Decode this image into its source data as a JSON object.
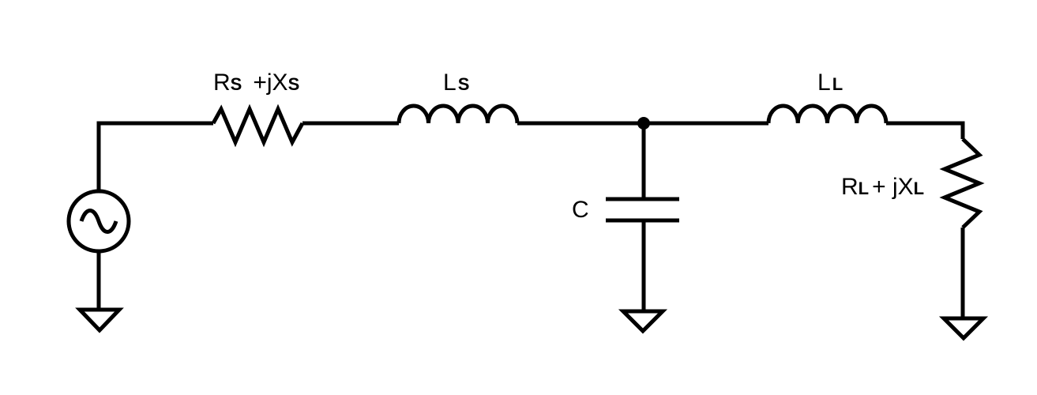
{
  "diagram": {
    "type": "circuit-schematic",
    "line_color": "#000000",
    "background_color": "#ffffff",
    "components": [
      {
        "id": "vsrc",
        "kind": "ac-voltage-source",
        "icon": "ac-source-icon"
      },
      {
        "id": "rs",
        "kind": "resistor",
        "icon": "resistor-icon"
      },
      {
        "id": "ls",
        "kind": "inductor",
        "icon": "inductor-icon"
      },
      {
        "id": "c",
        "kind": "capacitor",
        "icon": "capacitor-icon"
      },
      {
        "id": "ll",
        "kind": "inductor",
        "icon": "inductor-icon"
      },
      {
        "id": "rl",
        "kind": "resistor",
        "icon": "resistor-icon"
      },
      {
        "id": "gnd",
        "kind": "ground",
        "icon": "ground-icon",
        "count": 3
      },
      {
        "id": "node",
        "kind": "junction-dot",
        "icon": "junction-dot-icon"
      }
    ],
    "labels": {
      "rs": {
        "r": "R",
        "r_sub": "S",
        "x_prefix": "+jX",
        "x_sub": "S"
      },
      "ls": {
        "main": "L",
        "sub": "S"
      },
      "c": {
        "main": "C"
      },
      "ll": {
        "main": "L",
        "sub": "L"
      },
      "rl": {
        "r": "R",
        "r_sub": "L",
        "x_prefix": "+ jX",
        "x_sub": "L"
      }
    }
  }
}
